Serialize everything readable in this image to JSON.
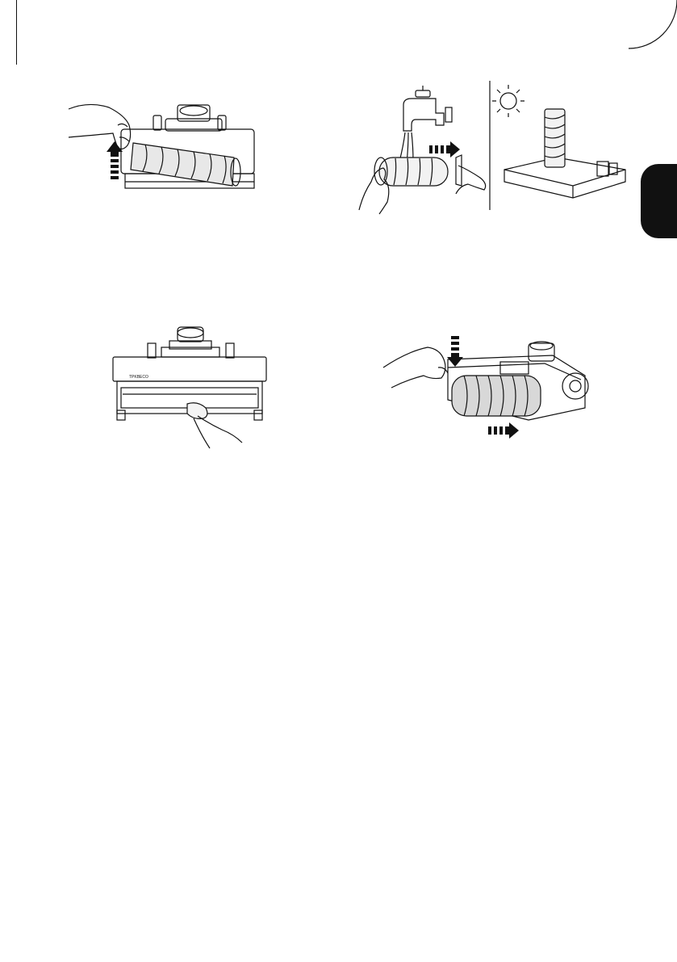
{
  "page": {
    "side_tab_color": "#111111",
    "figures": [
      {
        "id": "fig-1",
        "icon": "remove-brush-roll-lift-icon"
      },
      {
        "id": "fig-2",
        "icon": "rinse-and-dry-roller-icon"
      },
      {
        "id": "fig-3",
        "icon": "wipe-brush-cavity-icon"
      },
      {
        "id": "fig-4",
        "icon": "reinsert-brush-roll-icon"
      }
    ]
  },
  "brand_mark": "TPKBECO"
}
